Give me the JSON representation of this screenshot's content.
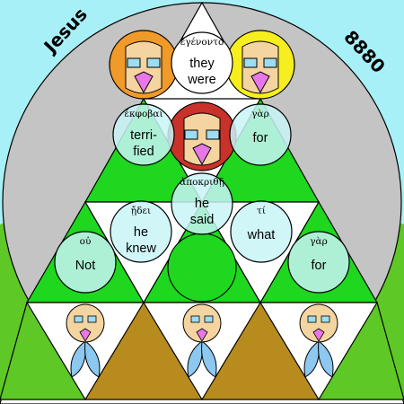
{
  "corners": {
    "left": "Jesus",
    "right": "8880"
  },
  "words": [
    {
      "greek": "ἐγένοντο",
      "english": [
        "they",
        "were"
      ]
    },
    {
      "greek": "ἔκφοβαι",
      "english": [
        "terri-",
        "fied"
      ]
    },
    {
      "greek": "γὰρ",
      "english": [
        "for"
      ]
    },
    {
      "greek": "ἀποκριθῇ",
      "english": [
        "he",
        "said"
      ]
    },
    {
      "greek": "ᾔδει",
      "english": [
        "he",
        "knew"
      ]
    },
    {
      "greek": "τί",
      "english": [
        "what"
      ]
    },
    {
      "greek": "οὐ",
      "english": [
        "Not"
      ]
    },
    {
      "greek": "γὰρ",
      "english": [
        "for"
      ]
    }
  ],
  "colors": {
    "sky": "#a8f0f8",
    "gray_disc": "#c4c4c4",
    "grass": "#5ec826",
    "green_triangle": "#1ed71e",
    "brown": "#b88b1e",
    "white": "#ffffff",
    "text_circle": "#c8f5f7",
    "face_orange": "#f09a2a",
    "face_yellow": "#f6ee1e",
    "face_red": "#c8322a",
    "petal_blue": "#8cc8f0"
  }
}
